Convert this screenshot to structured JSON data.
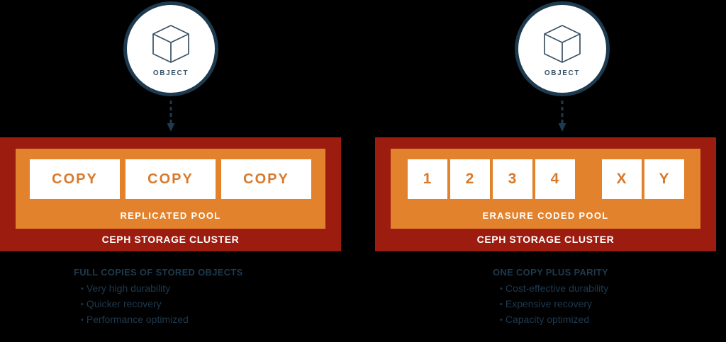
{
  "colors": {
    "background": "#000000",
    "cluster_red": "#9c1d10",
    "pool_orange": "#e2822c",
    "chunk_white": "#ffffff",
    "chunk_text_orange": "#d9792a",
    "navy": "#1e3a4f",
    "object_label": "#3b5264"
  },
  "panels": [
    {
      "id": "replicated",
      "object": {
        "icon": "cube-icon",
        "label": "OBJECT"
      },
      "arrow": {
        "icon": "dashed-down-arrow-icon"
      },
      "pool_label": "REPLICATED POOL",
      "cluster_label": "CEPH STORAGE CLUSTER",
      "chunks": [
        "COPY",
        "COPY",
        "COPY"
      ],
      "caption": {
        "title": "FULL COPIES OF STORED OBJECTS",
        "bullets": [
          "Very high durability",
          "Quicker recovery",
          "Performance optimized"
        ]
      }
    },
    {
      "id": "erasure-coded",
      "object": {
        "icon": "cube-icon",
        "label": "OBJECT"
      },
      "arrow": {
        "icon": "dashed-down-arrow-icon"
      },
      "pool_label": "ERASURE CODED POOL",
      "cluster_label": "CEPH STORAGE CLUSTER",
      "data_chunks": [
        "1",
        "2",
        "3",
        "4"
      ],
      "parity_chunks": [
        "X",
        "Y"
      ],
      "caption": {
        "title": "ONE COPY PLUS PARITY",
        "bullets": [
          "Cost-effective durability",
          "Expensive recovery",
          "Capacity optimized"
        ]
      }
    }
  ]
}
